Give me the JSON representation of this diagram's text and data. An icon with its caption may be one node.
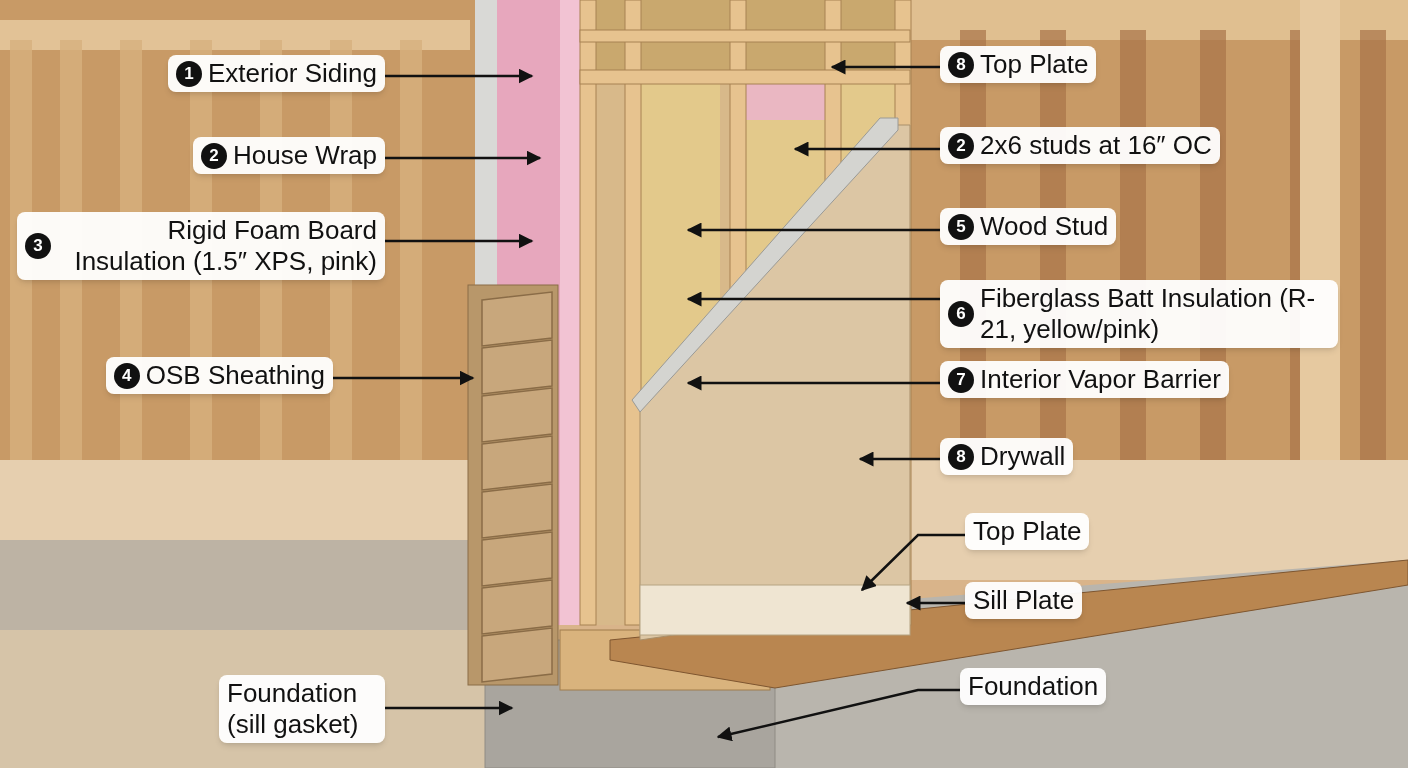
{
  "diagram": {
    "nodes": [
      {
        "text": [
          "1",
          "Exterior Siding"
        ]
      },
      {
        "text": [
          "2",
          "House Wrap"
        ]
      },
      {
        "text": [
          "3",
          "Rigid Foam Board Insulation (1.5″ XPS, pink)"
        ]
      },
      {
        "text": [
          "4",
          "OSB Sheathing"
        ]
      },
      {
        "text": [
          "Foundation (sill gasket)"
        ]
      },
      {
        "text": [
          "8",
          "Top Plate"
        ]
      },
      {
        "text": [
          "2",
          "2x6 studs at 16″ OC"
        ]
      },
      {
        "text": [
          "5",
          "Wood Stud"
        ]
      },
      {
        "text": [
          "6",
          "Fiberglass Batt Insulation (R-21, yellow/pink)"
        ]
      },
      {
        "text": [
          "7",
          "Interior Vapor Barrier"
        ]
      },
      {
        "text": [
          "8",
          "Drywall"
        ]
      },
      {
        "text": [
          "Top Plate"
        ]
      },
      {
        "text": [
          "Sill Plate"
        ]
      },
      {
        "text": [
          "Foundation"
        ]
      }
    ],
    "edges": [
      {
        "from": 0,
        "to": null,
        "arrow": "to"
      },
      {
        "from": 1,
        "to": null,
        "arrow": "to"
      },
      {
        "from": 2,
        "to": null,
        "arrow": "to"
      },
      {
        "from": 3,
        "to": null,
        "arrow": "to"
      },
      {
        "from": 4,
        "to": null,
        "arrow": "to"
      },
      {
        "from": 5,
        "to": null,
        "arrow": "to"
      },
      {
        "from": 6,
        "to": null,
        "arrow": "to"
      },
      {
        "from": 7,
        "to": null,
        "arrow": "to"
      },
      {
        "from": 8,
        "to": null,
        "arrow": "to"
      },
      {
        "from": 9,
        "to": null,
        "arrow": "to"
      },
      {
        "from": 10,
        "to": null,
        "arrow": "to"
      },
      {
        "from": 11,
        "to": null,
        "arrow": "to"
      },
      {
        "from": 12,
        "to": null,
        "arrow": "to"
      },
      {
        "from": 13,
        "to": null,
        "arrow": "to"
      }
    ]
  }
}
